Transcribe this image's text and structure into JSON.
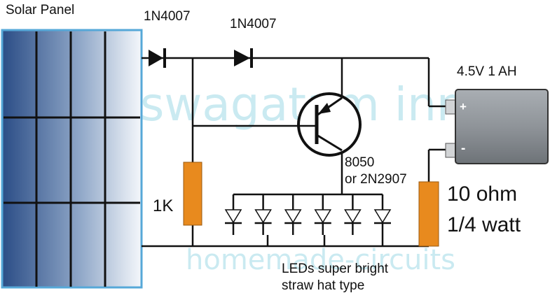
{
  "labels": {
    "solar_panel": "Solar Panel",
    "diode1": "1N4007",
    "diode2": "1N4007",
    "battery": "4.5V 1 AH",
    "battery_plus": "+",
    "battery_minus": "-",
    "resistor_1k": "1K",
    "transistor_line1": "8050",
    "transistor_line2": "or 2N2907",
    "resistor_10_line1": "10 ohm",
    "resistor_10_line2": "1/4 watt",
    "leds_line1": "LEDs super bright",
    "leds_line2": "straw hat type"
  },
  "watermark": {
    "line1": "swagatam innovations",
    "line2": "homemade-circuits"
  },
  "led_count": 6,
  "colors": {
    "panel_dark": "#2b4d86",
    "panel_light": "#f4f7fb",
    "panel_border": "#56a8d8",
    "wire": "#111111",
    "resistor": "#e88a1e",
    "battery_body": "#8f9499",
    "terminal": "#d2d4d6"
  }
}
